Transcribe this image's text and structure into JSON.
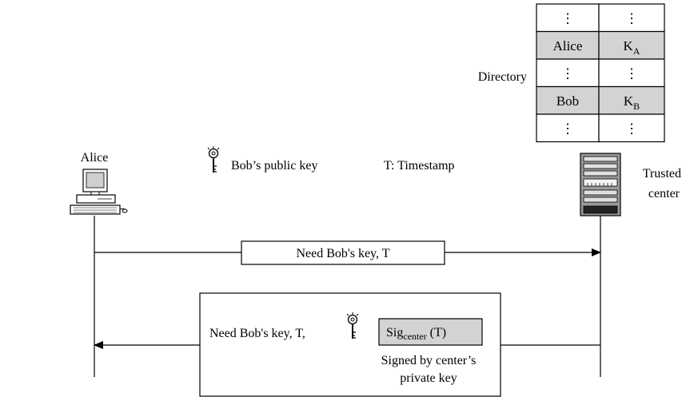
{
  "directory": {
    "label": "Directory",
    "rows": [
      {
        "name": "⋮",
        "key_base": "⋮",
        "key_sub": "",
        "highlight": false
      },
      {
        "name": "Alice",
        "key_base": "K",
        "key_sub": "A",
        "highlight": true
      },
      {
        "name": "⋮",
        "key_base": "⋮",
        "key_sub": "",
        "highlight": false
      },
      {
        "name": "Bob",
        "key_base": "K",
        "key_sub": "B",
        "highlight": true
      },
      {
        "name": "⋮",
        "key_base": "⋮",
        "key_sub": "",
        "highlight": false
      }
    ]
  },
  "alice": {
    "label": "Alice"
  },
  "trusted_center": {
    "label_line1": "Trusted",
    "label_line2": "center"
  },
  "legend": {
    "key_label": "Bob’s public key",
    "timestamp_label": "T: Timestamp"
  },
  "messages": {
    "request": "Need Bob's key, T",
    "response_text": "Need Bob's key, T,",
    "sig_base": "Sig",
    "sig_sub": "center",
    "sig_arg": " (T)",
    "signed_line1": "Signed by center’s",
    "signed_line2": "private key"
  },
  "colors": {
    "highlight": "#d3d3d3",
    "line": "#000000"
  }
}
